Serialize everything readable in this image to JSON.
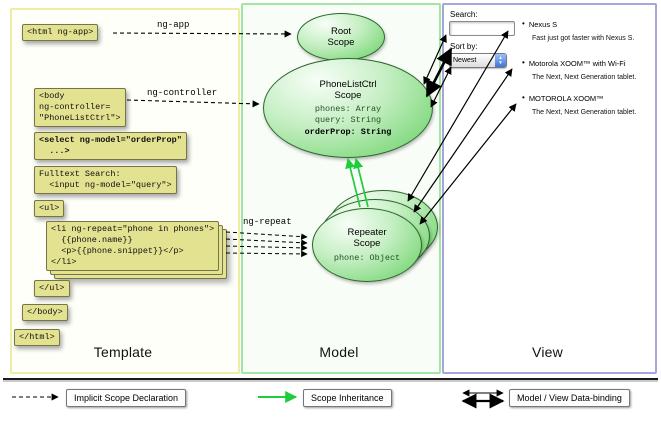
{
  "columns": {
    "template": {
      "label": "Template",
      "code": {
        "html_open": "<html ng-app>",
        "body_open": "<body\nng-controller=\n\"PhoneListCtrl\">",
        "select": "<select ng-model=\"orderProp\"\n  ...>",
        "fulltext": "Fulltext Search:\n  <input ng-model=\"query\">",
        "ul_open": "<ul>",
        "li_repeat": "<li ng-repeat=\"phone in phones\">\n  {{phone.name}}\n  <p>{{phone.snippet}}</p>\n</li>",
        "ul_close": "</ul>",
        "body_close": "</body>",
        "html_close": "</html>"
      }
    },
    "model": {
      "label": "Model",
      "root_scope": {
        "title": "Root\nScope"
      },
      "phonelistctrl_scope": {
        "title": "PhoneListCtrl\nScope",
        "props": "phones: Array\nquery: String",
        "props_bold": "orderProp: String"
      },
      "repeater_scope": {
        "title": "Repeater\nScope",
        "props": "phone: Object"
      }
    },
    "view": {
      "label": "View",
      "search_label": "Search:",
      "sort_label": "Sort by:",
      "sort_value": "Newest",
      "items": [
        {
          "title": "Nexus S",
          "snippet": "Fast just got faster with Nexus S."
        },
        {
          "title": "Motorola XOOM™ with Wi-Fi",
          "snippet": "The Next, Next Generation tablet."
        },
        {
          "title": "MOTOROLA XOOM™",
          "snippet": "The Next, Next Generation tablet."
        }
      ]
    }
  },
  "arrows": {
    "ng_app_label": "ng-app",
    "ng_controller_label": "ng-controller",
    "ng_repeat_label": "ng-repeat"
  },
  "legend": {
    "implicit": "Implicit Scope Declaration",
    "inheritance": "Scope Inheritance",
    "databinding": "Model / View Data-binding"
  },
  "icons": {
    "bullet": "•",
    "dropdown_up": "▲",
    "dropdown_down": "▼"
  },
  "colors": {
    "template_border": "#efedа4",
    "model_border": "#a3e6a3",
    "view_border": "#a6a6da",
    "code_bg": "#e3e290",
    "scope_green": "#7ed87b",
    "inheritance_green": "#1ecc3c"
  }
}
